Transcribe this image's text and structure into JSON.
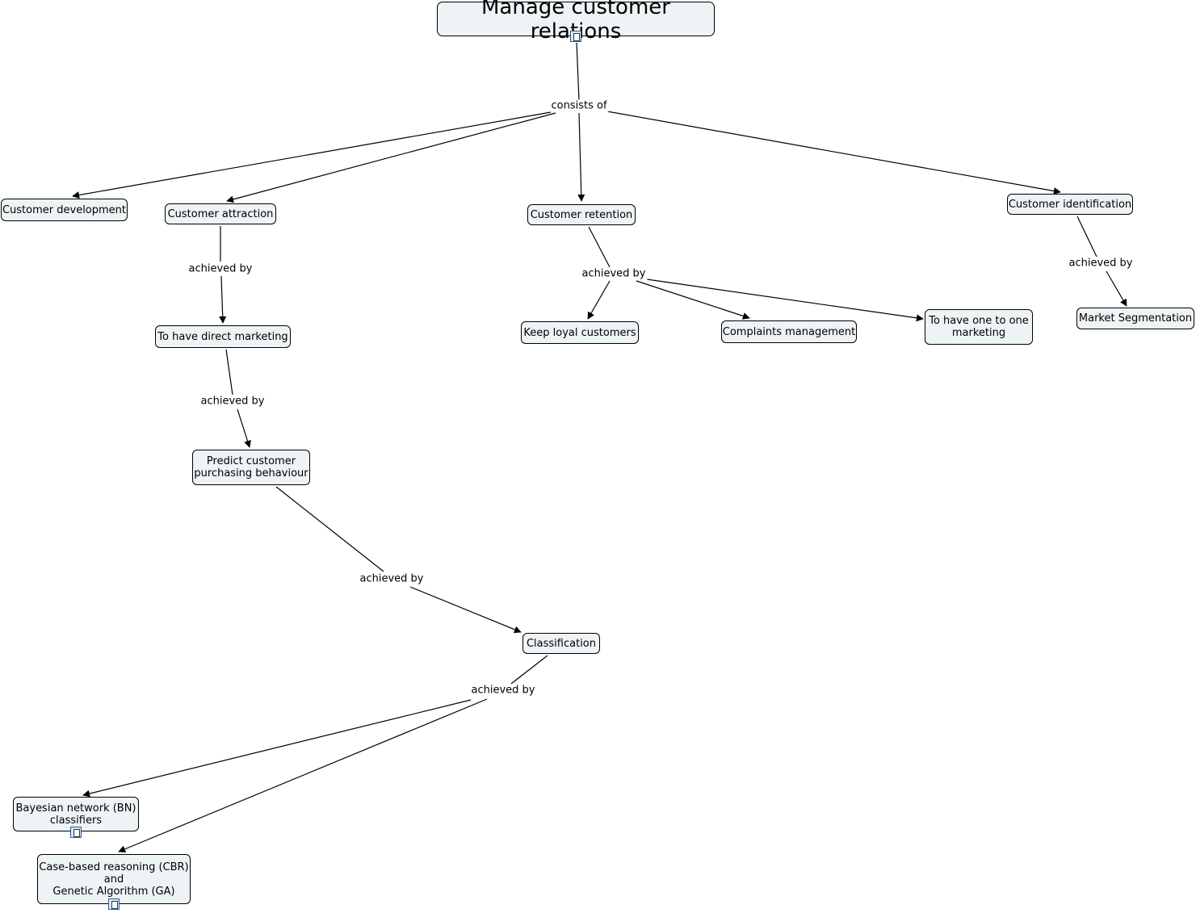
{
  "nodes": {
    "root": "Manage customer relations",
    "customer_development": "Customer development",
    "customer_attraction": "Customer attraction",
    "customer_retention": "Customer retention",
    "customer_identification": "Customer identification",
    "direct_marketing": "To have direct marketing",
    "keep_loyal": "Keep loyal customers",
    "complaints": "Complaints management",
    "one_to_one": "To have one to one\nmarketing",
    "market_segmentation": "Market Segmentation",
    "predict": "Predict customer\npurchasing behaviour",
    "classification": "Classification",
    "bayesian": "Bayesian network (BN)\nclassifiers",
    "cbr_ga": "Case-based reasoning (CBR)\nand\nGenetic Algorithm (GA)"
  },
  "links": {
    "consists_of": "consists of",
    "achieved_by_attraction": "achieved by",
    "achieved_by_retention": "achieved by",
    "achieved_by_identification": "achieved by",
    "achieved_by_direct": "achieved by",
    "achieved_by_predict": "achieved by",
    "achieved_by_classification": "achieved by"
  },
  "icons": {
    "resource_icon": "document-icon"
  },
  "colors": {
    "node_fill": "#eef3f6",
    "node_border": "#000000",
    "icon_border": "#2b5c9c"
  }
}
